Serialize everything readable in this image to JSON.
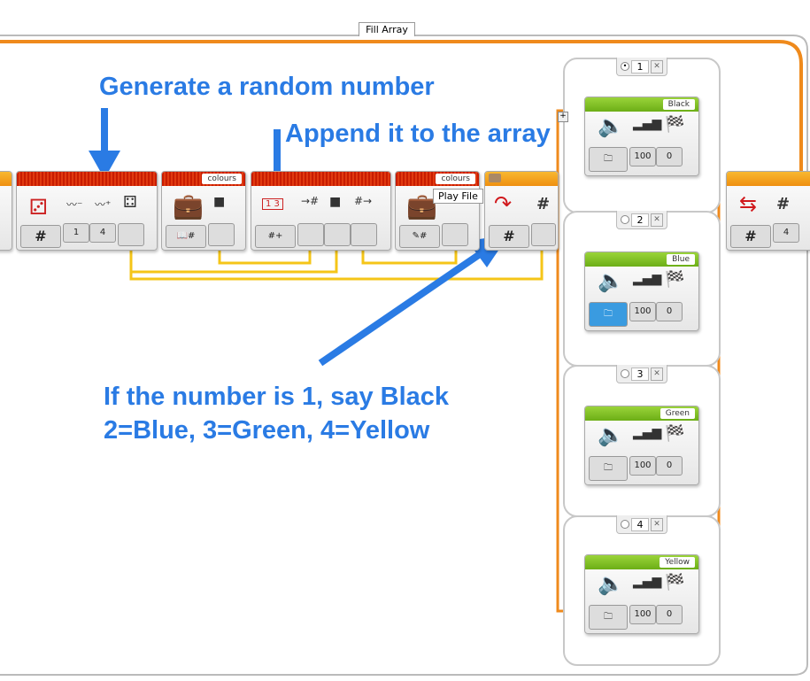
{
  "loop": {
    "title": "Fill Array",
    "count": "4"
  },
  "random_block": {
    "lower": "1",
    "upper": "4"
  },
  "variable_read": {
    "name": "colours"
  },
  "array_op": {},
  "variable_write": {
    "name": "colours"
  },
  "tooltip": "Play File",
  "switch": {
    "cases": [
      {
        "value": "1",
        "selected": true,
        "file": "Black",
        "volume": "100",
        "play_type": "0"
      },
      {
        "value": "2",
        "selected": false,
        "file": "Blue",
        "volume": "100",
        "play_type": "0"
      },
      {
        "value": "3",
        "selected": false,
        "file": "Green",
        "volume": "100",
        "play_type": "0"
      },
      {
        "value": "4",
        "selected": false,
        "file": "Yellow",
        "volume": "100",
        "play_type": "0"
      }
    ]
  },
  "annotations": {
    "random": "Generate a random number",
    "append": "Append it to the array",
    "switch_line1": "If the number is 1, say Black",
    "switch_line2": "2=Blue, 3=Green, 4=Yellow"
  },
  "hash": "#",
  "colors": {
    "annotation": "#2a7be4",
    "wire": "#f5c518",
    "flow": "#ef8a1c",
    "action": "#e03a10",
    "sound": "#7dbd20"
  }
}
